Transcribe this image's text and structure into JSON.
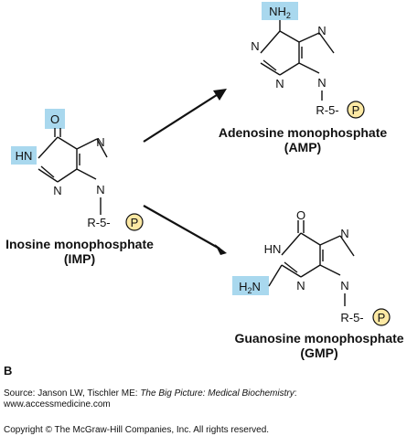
{
  "panel_label": "B",
  "molecules": {
    "imp": {
      "name_line1": "Inosine monophosphate",
      "name_line2": "(IMP)",
      "o": "O",
      "hn": "HN",
      "n": "N",
      "r5": "R-5-",
      "p": "P"
    },
    "amp": {
      "name_line1": "Adenosine monophosphate",
      "name_line2": "(AMP)",
      "nh2": "NH",
      "sub2": "2",
      "n": "N",
      "r5": "R-5-",
      "p": "P"
    },
    "gmp": {
      "name_line1": "Guanosine monophosphate",
      "name_line2": "(GMP)",
      "o": "O",
      "hn": "HN",
      "h2n": "H",
      "sub2": "2",
      "n": "N",
      "r5": "R-5-",
      "p": "P"
    }
  },
  "highlight_color": "#a9d8ee",
  "phosphate_color": "#fde9a4",
  "source_prefix": "Source: Janson LW, Tischler ME: ",
  "source_title": "The Big Picture: Medical Biochemistry",
  "source_suffix": ":",
  "source_url": "www.accessmedicine.com",
  "copyright": "Copyright © The McGraw-Hill Companies, Inc. All rights reserved."
}
